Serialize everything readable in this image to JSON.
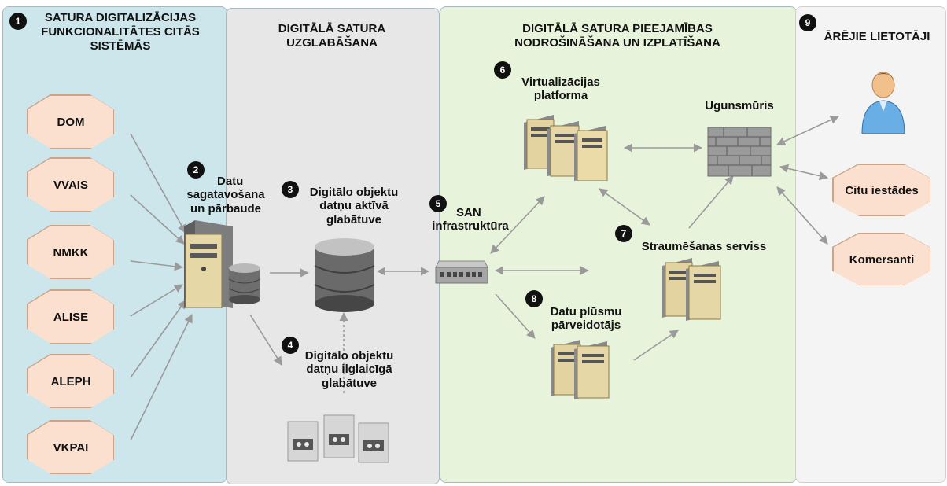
{
  "columns": {
    "col1": {
      "badge": "1",
      "title": [
        "SATURA DIGITALIZĀCIJAS",
        "FUNKCIONALITĀTES CITĀS",
        "SISTĒMĀS"
      ]
    },
    "col2": {
      "title": [
        "DIGITĀLĀ SATURA",
        "UZGLABĀŠANA"
      ]
    },
    "col3": {
      "title": [
        "DIGITĀLĀ SATURA PIEEJAMĪBAS",
        "NODROŠINĀŠANA UN IZPLATĪŠANA"
      ]
    },
    "col4": {
      "badge": "9",
      "title": "ĀRĒJIE LIETOTĀJI"
    }
  },
  "systems": [
    "DOM",
    "VVAIS",
    "NMKK",
    "ALISE",
    "ALEPH",
    "VKPAI"
  ],
  "nodes": {
    "n2": {
      "badge": "2",
      "label": [
        "Datu",
        "sagatavošana",
        "un pārbaude"
      ]
    },
    "n3": {
      "badge": "3",
      "label": [
        "Digitālo objektu",
        "datņu aktīvā",
        "glabātuve"
      ]
    },
    "n4": {
      "badge": "4",
      "label": [
        "Digitālo objektu",
        "datņu ilglaicīgā",
        "glabātuve"
      ]
    },
    "n5": {
      "badge": "5",
      "label": [
        "SAN",
        "infrastruktūra"
      ]
    },
    "n6": {
      "badge": "6",
      "label": [
        "Virtualizācijas",
        "platforma"
      ]
    },
    "n7": {
      "badge": "7",
      "label": "Straumēšanas serviss"
    },
    "n8": {
      "badge": "8",
      "label": [
        "Datu plūsmu",
        "pārveidotājs"
      ]
    },
    "firewall": {
      "label": "Ugunsmūris"
    }
  },
  "external": [
    "Citu iestādes",
    "Komersanti"
  ],
  "colors": {
    "col1": "#cde6ec",
    "col2": "#e7e7e7",
    "col3": "#e8f3dc",
    "col4": "#f4f4f4",
    "octagon": "#fbe0cf",
    "arrow": "#9a9a9a"
  }
}
